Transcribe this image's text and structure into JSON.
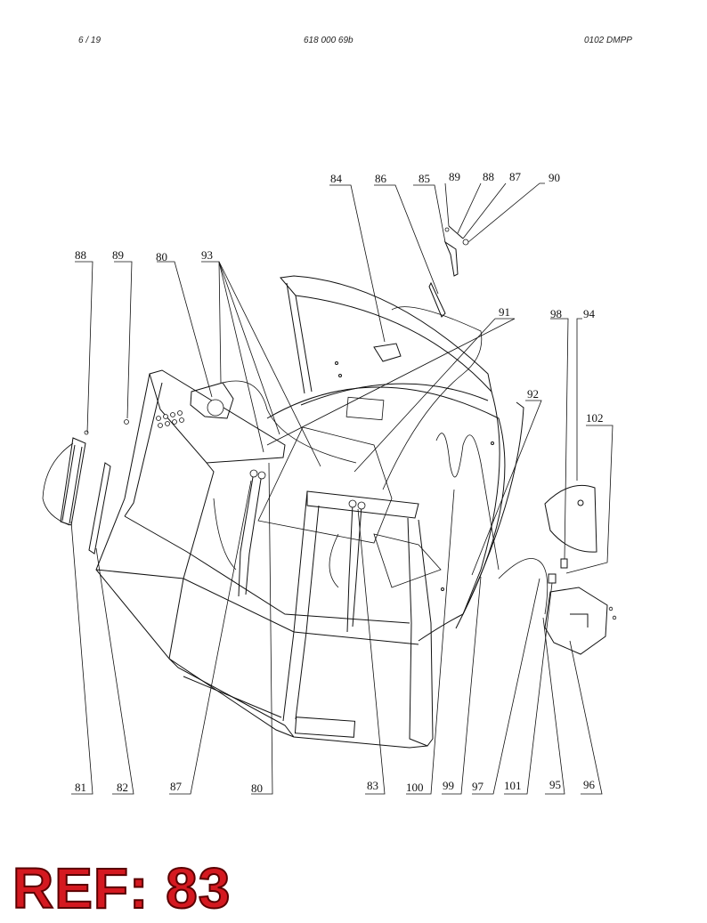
{
  "header": {
    "page": "6 / 19",
    "doc_number": "618 000 69b",
    "version": "0102 DMPP"
  },
  "ref_label": "REF: 83",
  "callouts_top": [
    "84",
    "86",
    "85",
    "89",
    "88",
    "87",
    "90",
    "88",
    "89",
    "80",
    "93",
    "91",
    "98",
    "94",
    "92",
    "102"
  ],
  "callouts_bottom": [
    "81",
    "82",
    "87",
    "80",
    "83",
    "100",
    "99",
    "97",
    "101",
    "95",
    "96"
  ],
  "colors": {
    "ref": "#d41920",
    "line": "#111111"
  }
}
